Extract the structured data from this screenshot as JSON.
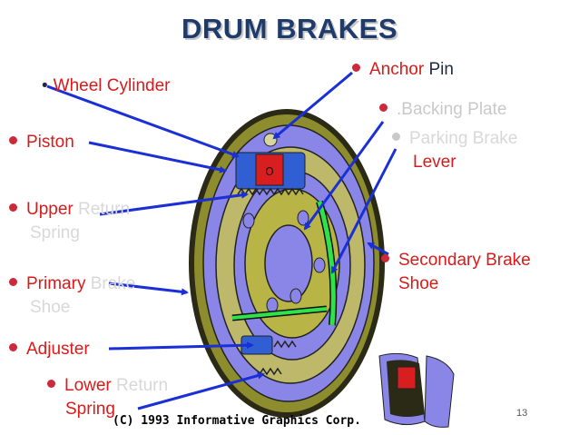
{
  "title": "DRUM BRAKES",
  "labels": {
    "wheel_cylinder": {
      "bullet": "•",
      "text": "Wheel Cylinder"
    },
    "piston": {
      "text": "Piston"
    },
    "upper_return_spring": {
      "line1_a": "Upper",
      "line1_b": "Return",
      "line2": "Spring"
    },
    "primary_brake_shoe": {
      "line1_a": "Primary",
      "line1_b": "Brake",
      "line2": "Shoe"
    },
    "adjuster": {
      "text": "Adjuster"
    },
    "lower_return_spring": {
      "line1_a": "Lower",
      "line1_b": "Return",
      "line2": "Spring"
    },
    "anchor_pin": {
      "part_a": "Anchor",
      "part_b": "Pin"
    },
    "backing_plate": {
      "text": ".Backing Plate"
    },
    "parking_brake_lever": {
      "line1": "Parking Brake",
      "line2": "Lever"
    },
    "secondary_brake_shoe": {
      "line1": "Secondary Brake",
      "line2": "Shoe"
    }
  },
  "credit": "(C) 1993 Informative Graphics Corp.",
  "page_number": "13",
  "colors": {
    "title": "#1f3b6b",
    "label_red": "#d81b1b",
    "label_dark": "#1f2a4a",
    "label_faint": "#d8d8d8",
    "bullet_red": "#cc2a3a",
    "bullet_faint": "#c9c9c9",
    "arrow": "#1a2fd6",
    "drum_rim": "#8e8d2e",
    "backing_plate": "#8a86e8",
    "brake_shoe": "#bdb86a",
    "hub": "#b9b446",
    "spring_green": "#2ee24a",
    "wheel_cylinder": "#2f5fd2",
    "piston_red": "#d81e1e"
  }
}
